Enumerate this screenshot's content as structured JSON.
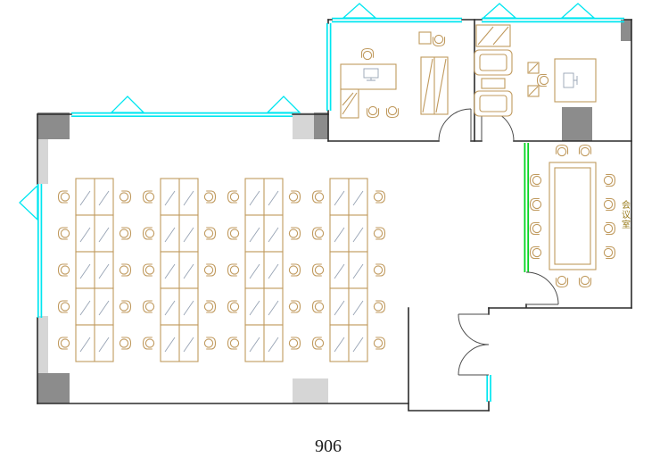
{
  "drawing": {
    "plan_label": "906",
    "meeting_room_label": "会议室"
  },
  "colors": {
    "window": "#00e6f0",
    "glass_partition": "#00d420",
    "furniture": "#c09a5e",
    "wall": "#2b2b2b",
    "column_dark": "#8c8c8c",
    "column_light": "#d6d6d6",
    "desk_mark": "#97a3b4"
  },
  "furniture_summary": {
    "workstation_clusters": 4,
    "desk_rows_per_cluster": 5,
    "workstation_chairs": 40,
    "meeting_table_chairs": 12,
    "window_triangles": 6
  }
}
